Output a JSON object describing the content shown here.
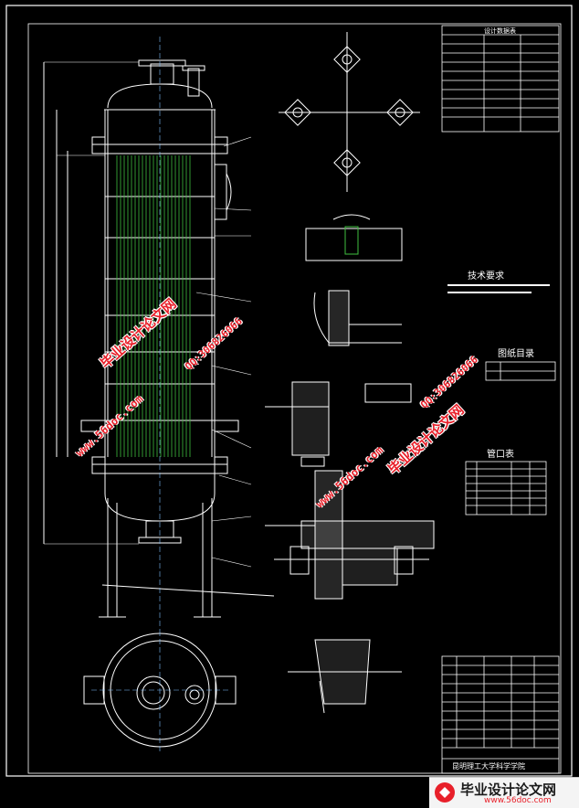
{
  "tables": {
    "design_data": {
      "title": "设计数据表"
    },
    "tech_req": {
      "title": "技术要求"
    },
    "drawing_index": {
      "title": "图纸目录"
    },
    "nozzle_table": {
      "title": "管口表"
    },
    "title_block": {
      "school": "昆明理工大学科学学院"
    }
  },
  "watermarks": {
    "cn_text": "毕业设计论文网",
    "site": "www.56doc.com",
    "qq": "QQ:306826066"
  },
  "brand": {
    "name": "毕业设计论文网",
    "url": "www.56doc.com"
  },
  "colors": {
    "background": "#000000",
    "line": "#ffffff",
    "tube": "#3fbf3f",
    "watermark": "#e8202a"
  }
}
